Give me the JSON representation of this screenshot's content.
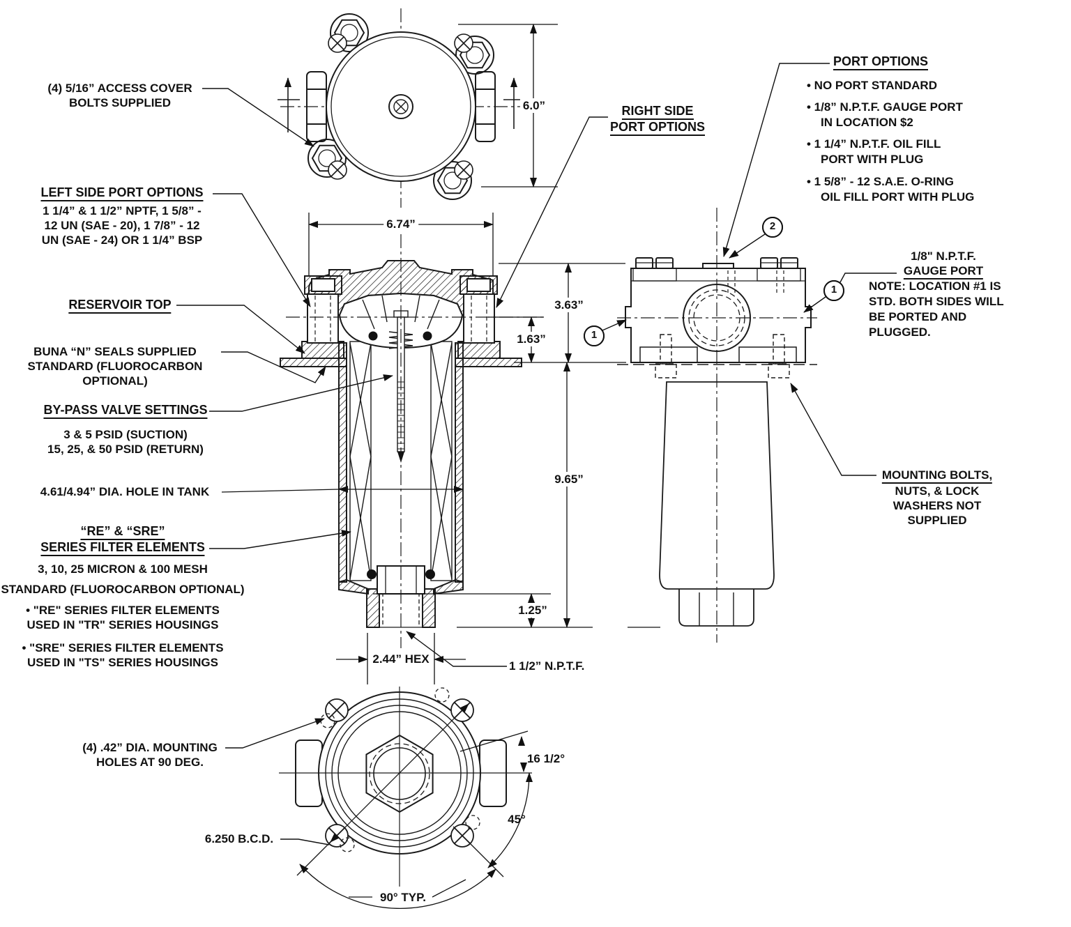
{
  "labels": {
    "access_cover": {
      "l1": "(4) 5/16” ACCESS COVER",
      "l2": "BOLTS SUPPLIED"
    },
    "left_port": {
      "title": "LEFT SIDE PORT OPTIONS",
      "l1": "1 1/4” & 1 1/2” NPTF, 1 5/8” -",
      "l2": "12 UN (SAE - 20), 1 7/8” - 12",
      "l3": "UN (SAE - 24) OR 1 1/4” BSP"
    },
    "reservoir_top": "RESERVOIR TOP",
    "buna": {
      "l1": "BUNA “N” SEALS SUPPLIED",
      "l2": "STANDARD (FLUOROCARBON",
      "l3": "OPTIONAL)"
    },
    "bypass": {
      "title": "BY-PASS VALVE SETTINGS",
      "l1": "3 & 5 PSID (SUCTION)",
      "l2": "15, 25, & 50 PSID (RETURN)"
    },
    "hole_in_tank": "4.61/4.94” DIA. HOLE IN TANK",
    "elements": {
      "t1": "“RE” & “SRE”",
      "t2": "SERIES FILTER ELEMENTS",
      "l1": "3, 10, 25 MICRON & 100 MESH",
      "l2": "STANDARD (FLUOROCARBON OPTIONAL)",
      "b1a": "• \"RE\" SERIES FILTER ELEMENTS",
      "b1b": "USED IN \"TR\" SERIES HOUSINGS",
      "b2a": "• \"SRE\" SERIES FILTER ELEMENTS",
      "b2b": "USED IN \"TS\" SERIES HOUSINGS"
    },
    "mounting_holes": {
      "l1": "(4) .42” DIA. MOUNTING",
      "l2": "HOLES AT 90 DEG."
    },
    "bcd": "6.250 B.C.D.",
    "right_port": {
      "l1": "RIGHT SIDE",
      "l2": "PORT OPTIONS"
    },
    "port_options": {
      "title": "PORT OPTIONS",
      "b1": "• NO PORT STANDARD",
      "b2a": "• 1/8” N.P.T.F. GAUGE PORT",
      "b2b": "IN LOCATION $2",
      "b3a": "• 1 1/4” N.P.T.F. OIL FILL",
      "b3b": "PORT WITH PLUG",
      "b4a": "• 1 5/8” - 12 S.A.E. O-RING",
      "b4b": "OIL FILL PORT WITH PLUG"
    },
    "gauge_port": {
      "l1": "1/8\" N.P.T.F.",
      "l2": "GAUGE PORT",
      "n1": "NOTE: LOCATION #1 IS",
      "n2": "STD. BOTH SIDES WILL",
      "n3": "BE PORTED AND",
      "n4": "PLUGGED."
    },
    "mounting_bolts": {
      "l1": "MOUNTING BOLTS,",
      "l2": "NUTS, & LOCK",
      "l3": "WASHERS NOT",
      "l4": "SUPPLIED"
    },
    "nptf": "1 1/2” N.P.T.F.",
    "hex": "2.44” HEX",
    "angle90": "90° TYP.",
    "angle45": "45°",
    "angle16": "16 1/2°",
    "balloon1": "1",
    "balloon2": "2"
  },
  "dims": {
    "d60": "6.0”",
    "d674": "6.74”",
    "d363": "3.63”",
    "d163": "1.63”",
    "d965": "9.65”",
    "d125": "1.25”"
  },
  "colors": {
    "line": "#1a1a1a",
    "background": "#ffffff"
  }
}
